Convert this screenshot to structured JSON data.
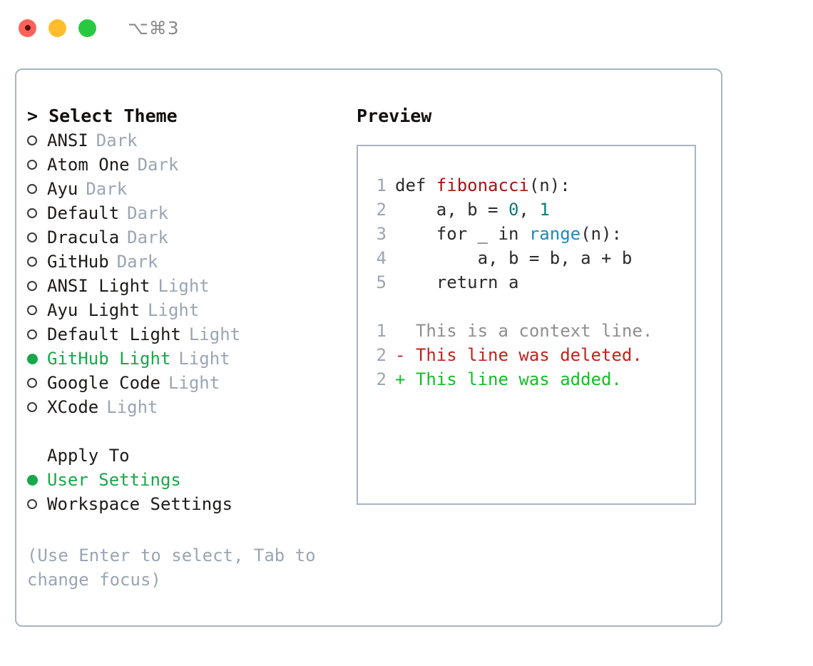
{
  "titlebar": {
    "shortcut": "⌥⌘3",
    "buttons": {
      "close": "close",
      "minimize": "minimize",
      "maximize": "maximize"
    }
  },
  "left": {
    "heading": "> Select Theme",
    "themes": [
      {
        "name": "ANSI",
        "variant": "Dark",
        "selected": false
      },
      {
        "name": "Atom One",
        "variant": "Dark",
        "selected": false
      },
      {
        "name": "Ayu",
        "variant": "Dark",
        "selected": false
      },
      {
        "name": "Default",
        "variant": "Dark",
        "selected": false
      },
      {
        "name": "Dracula",
        "variant": "Dark",
        "selected": false
      },
      {
        "name": "GitHub",
        "variant": "Dark",
        "selected": false
      },
      {
        "name": "ANSI Light",
        "variant": "Light",
        "selected": false
      },
      {
        "name": "Ayu Light",
        "variant": "Light",
        "selected": false
      },
      {
        "name": "Default Light",
        "variant": "Light",
        "selected": false
      },
      {
        "name": "GitHub Light",
        "variant": "Light",
        "selected": true
      },
      {
        "name": "Google Code",
        "variant": "Light",
        "selected": false
      },
      {
        "name": "XCode",
        "variant": "Light",
        "selected": false
      }
    ],
    "apply_to": {
      "heading": "Apply To",
      "options": [
        {
          "label": "User Settings",
          "selected": true
        },
        {
          "label": "Workspace Settings",
          "selected": false
        }
      ]
    },
    "hint": "(Use Enter to select, Tab to change focus)"
  },
  "right": {
    "heading": "Preview",
    "code_lines": [
      {
        "num": "1",
        "tokens": [
          {
            "t": "def ",
            "k": "plain"
          },
          {
            "t": "fibonacci",
            "k": "fn"
          },
          {
            "t": "(n):",
            "k": "plain"
          }
        ]
      },
      {
        "num": "2",
        "tokens": [
          {
            "t": "    a, b = ",
            "k": "plain"
          },
          {
            "t": "0",
            "k": "num"
          },
          {
            "t": ", ",
            "k": "plain"
          },
          {
            "t": "1",
            "k": "num"
          }
        ]
      },
      {
        "num": "3",
        "tokens": [
          {
            "t": "    for _ in ",
            "k": "plain"
          },
          {
            "t": "range",
            "k": "call"
          },
          {
            "t": "(n):",
            "k": "plain"
          }
        ]
      },
      {
        "num": "4",
        "tokens": [
          {
            "t": "        a, b = b, a + b",
            "k": "plain"
          }
        ]
      },
      {
        "num": "5",
        "tokens": [
          {
            "t": "    return a",
            "k": "plain"
          }
        ]
      }
    ],
    "diff_lines": [
      {
        "num": "1",
        "marker": "  ",
        "text": "  This is a context line.",
        "kind": "ctx"
      },
      {
        "num": "2",
        "marker": "- ",
        "text": "- This line was deleted.",
        "kind": "del"
      },
      {
        "num": "2",
        "marker": "+ ",
        "text": "+ This line was added.",
        "kind": "add"
      }
    ]
  },
  "colors": {
    "accent_green": "#17a84a",
    "border": "#aab4c2",
    "muted": "#9aa5b4",
    "text": "#1d1b19",
    "fn_red": "#a31515",
    "num_teal": "#0f7b7b",
    "call_blue": "#1a8bc0",
    "diff_del": "#c0241c",
    "diff_add": "#13bf27",
    "close": "#ff6159",
    "minimize": "#ffbd2e",
    "maximize": "#28c941"
  }
}
